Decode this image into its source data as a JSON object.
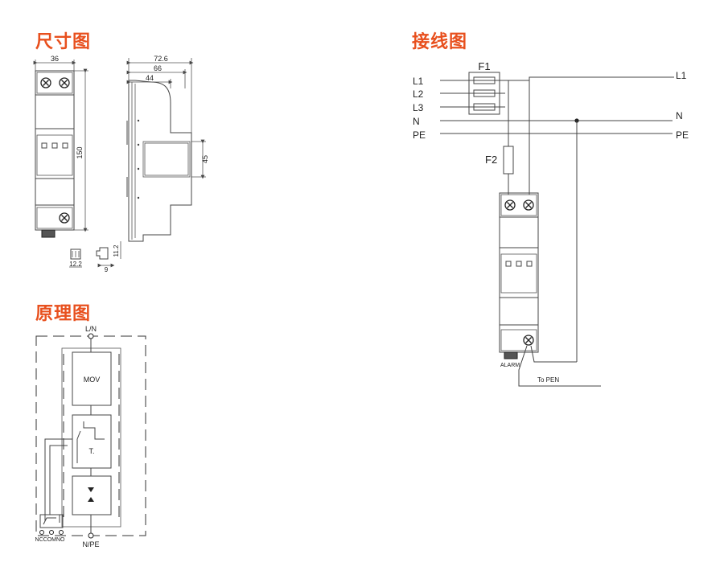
{
  "headings": {
    "dimensions": "尺寸图",
    "wiring": "接线图",
    "schematic": "原理图"
  },
  "dimensions": {
    "width_36": "36",
    "depth_72_6": "72.6",
    "depth_66": "66",
    "depth_44": "44",
    "height_150": "150",
    "height_45": "45",
    "terminal_12_2": "12.2",
    "terminal_9": "9",
    "terminal_11_2": "11.2"
  },
  "wiring": {
    "fuse_f1": "F1",
    "fuse_f2": "F2",
    "left_labels": [
      "L1",
      "L2",
      "L3",
      "N",
      "PE"
    ],
    "right_l1": "L1",
    "right_n": "N",
    "right_pe": "PE",
    "alarm": "ALARM",
    "to_pen": "To PEN"
  },
  "schematic": {
    "top_terminal": "L/N",
    "bottom_terminal": "N/PE",
    "mov": "MOV",
    "thermal": "T.",
    "contacts": "NCCOMNO"
  }
}
